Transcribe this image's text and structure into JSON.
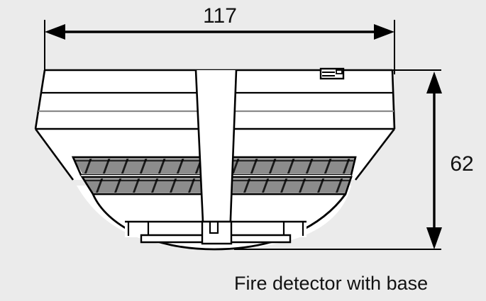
{
  "figure": {
    "background_color": "#ebebeb",
    "line_color": "#000000",
    "grille_fill": "#8c8c8c",
    "body_fill": "#ffffff",
    "caption": "Fire detector with base",
    "subject": "Fire detector with base",
    "units_note": "",
    "dimensions": {
      "width": {
        "label": "117",
        "orientation": "horizontal",
        "arrow_style": "double-arrow",
        "position": "top"
      },
      "height": {
        "label": "62",
        "orientation": "vertical",
        "arrow_style": "double-arrow",
        "position": "right"
      }
    },
    "parts": {
      "top_cover_label": "top-cover",
      "banding_label": "housing-bands",
      "grille_label": "vent-grille",
      "dome_label": "base-dome",
      "indicator_label": "indicator-window",
      "center_column_label": "center-column"
    }
  }
}
